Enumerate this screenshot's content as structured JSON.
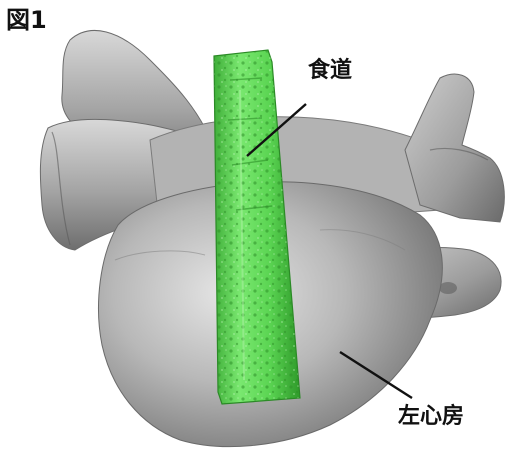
{
  "figure": {
    "label": "図1",
    "annotations": {
      "esophagus": "食道",
      "left_atrium": "左心房"
    },
    "colors": {
      "background": "#ffffff",
      "atrium": "#9a9a9a",
      "esophagus": "#5fd957",
      "leader_line": "#111111"
    }
  }
}
